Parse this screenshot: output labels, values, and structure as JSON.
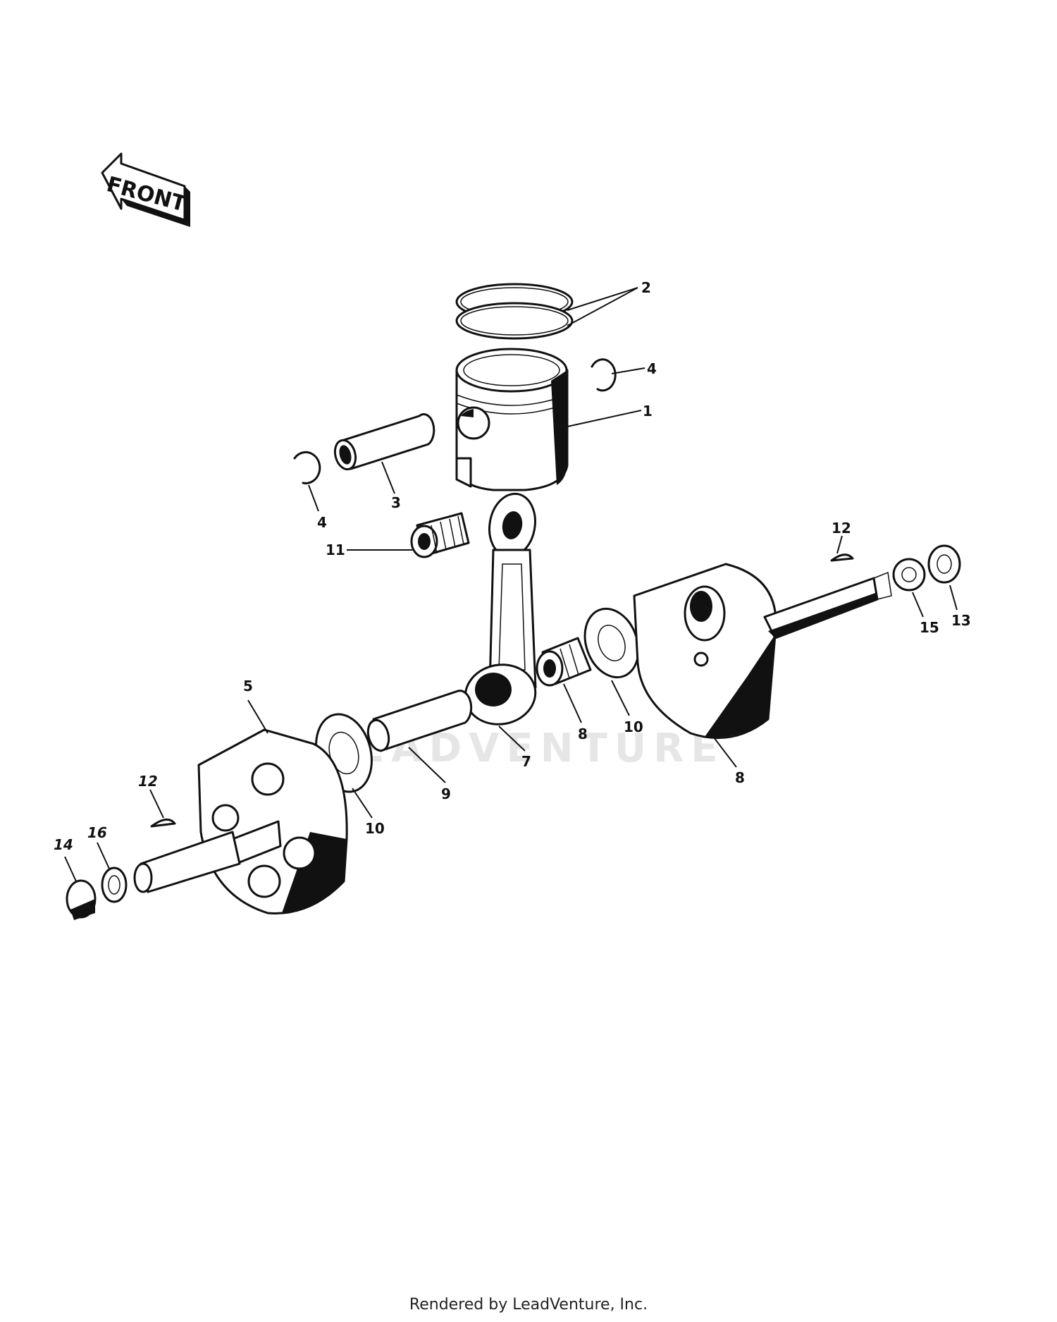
{
  "front_label": "FRONT",
  "watermark": "LEADVENTURE",
  "footer": "Rendered by LeadVenture, Inc.",
  "callouts": {
    "c1": "1",
    "c2": "2",
    "c3": "3",
    "c4a": "4",
    "c4b": "4",
    "c5": "5",
    "c7": "7",
    "c8a": "8",
    "c8b": "8",
    "c9": "9",
    "c10a": "10",
    "c10b": "10",
    "c11": "11",
    "c12a": "12",
    "c12b": "12",
    "c13": "13",
    "c14": "14",
    "c15": "15",
    "c16": "16"
  }
}
